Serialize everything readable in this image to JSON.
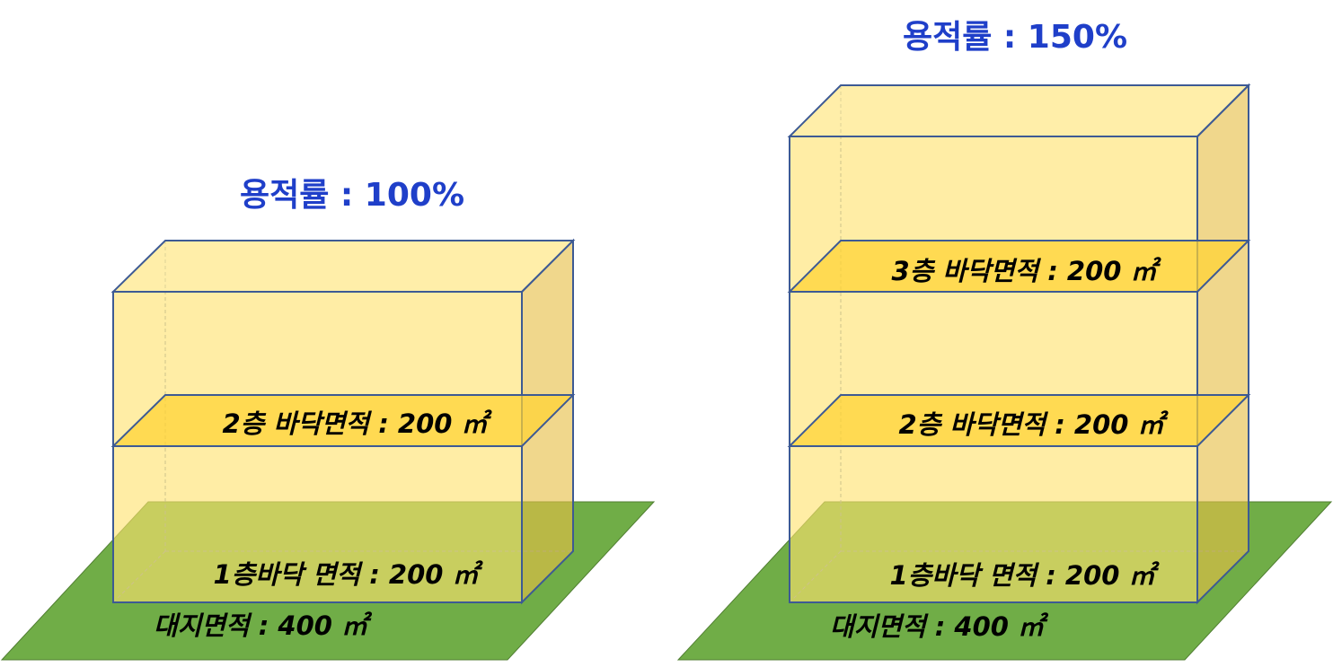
{
  "left": {
    "title": "용적률 : 100%",
    "floor2_label": "2층 바닥면적 : 200 ㎡",
    "floor1_label": "1층바닥 면적 : 200 ㎡",
    "site_label": "대지면적 : 400 ㎡"
  },
  "right": {
    "title": "용적률 : 150%",
    "floor3_label": "3층 바닥면적 : 200 ㎡",
    "floor2_label": "2층 바닥면적 : 200 ㎡",
    "floor1_label": "1층바닥 면적 : 200 ㎡",
    "site_label": "대지면적 : 400 ㎡"
  },
  "colors": {
    "title": "#1f3fc9",
    "site": "#70ad47",
    "building": "#ffe27a",
    "floor_plate": "#ffd33a",
    "edge": "#3d5a94"
  }
}
